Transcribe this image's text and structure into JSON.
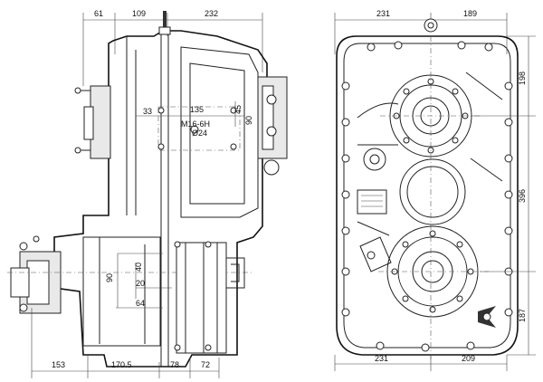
{
  "left_view": {
    "dims_top": [
      "61",
      "109",
      "232"
    ],
    "dims_bottom": [
      "153",
      "170.5",
      "78",
      "72"
    ],
    "callouts": {
      "d33": "33",
      "d135": "135",
      "d45": "45",
      "d90_top": "90",
      "thread": "M16-6H",
      "bore": "Ø24",
      "d90_bottom": "90",
      "d40": "40",
      "d20": "20",
      "d64": "64"
    }
  },
  "right_view": {
    "dims_top": [
      "231",
      "189"
    ],
    "dims_right": [
      "198",
      "396",
      "187"
    ],
    "dims_bottom": [
      "231",
      "209"
    ]
  }
}
